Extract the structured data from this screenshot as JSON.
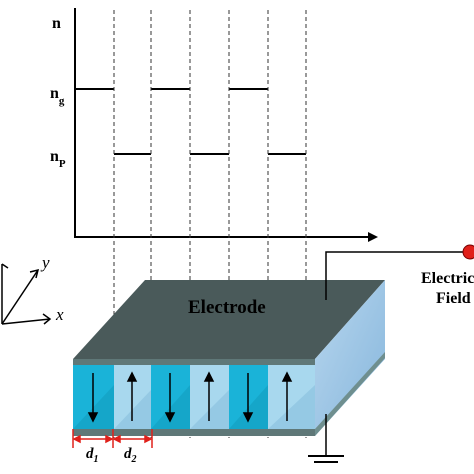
{
  "plot": {
    "axis_label": "n",
    "level_high": {
      "base": "n",
      "sub": "g"
    },
    "level_low": {
      "base": "n",
      "sub": "P"
    }
  },
  "axes_3d": {
    "y_label": "y",
    "x_label": "x"
  },
  "device": {
    "electrode_label": "Electrode",
    "field_label_line1": "Electric",
    "field_label_line2": "Field",
    "domain_arrows": [
      "down",
      "up",
      "down",
      "up",
      "down",
      "up"
    ]
  },
  "dimensions": {
    "d1": {
      "base": "d",
      "sub": "1"
    },
    "d2": {
      "base": "d",
      "sub": "2"
    }
  },
  "colors": {
    "electrode_top": "#4a5a5a",
    "domain_dark": "#1ab3d8",
    "domain_light": "#a8d8ee",
    "side_face": "#9ec4e2",
    "dim_red": "#e0201a",
    "field_dot": "#e0201a"
  }
}
